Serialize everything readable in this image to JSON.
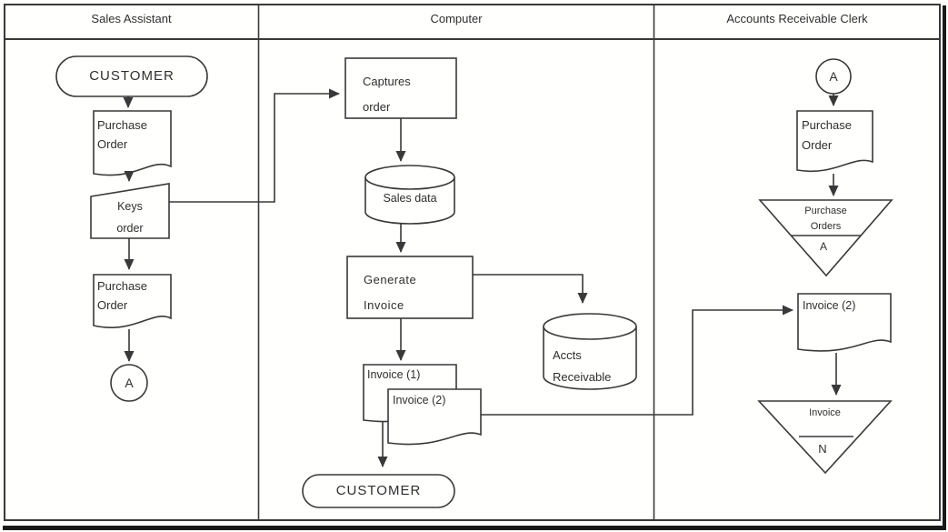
{
  "colors": {
    "line": "#3a3a3a",
    "text": "#303030",
    "background": "#fdfdfc"
  },
  "lanes": {
    "sales_assistant": {
      "title": "Sales Assistant"
    },
    "computer": {
      "title": "Computer"
    },
    "ar_clerk": {
      "title": "Accounts Receivable Clerk"
    }
  },
  "sales_assistant": {
    "customer_start": "CUSTOMER",
    "purchase_order_1": {
      "line1": "Purchase",
      "line2": "Order"
    },
    "keys_order": {
      "line1": "Keys",
      "line2": "order"
    },
    "purchase_order_2": {
      "line1": "Purchase",
      "line2": "Order"
    },
    "offpage_connector": "A"
  },
  "computer": {
    "captures_order": {
      "line1": "Captures",
      "line2": "order"
    },
    "sales_data_store": "Sales data",
    "generate_invoice": {
      "line1": "Generate",
      "line2": "Invoice"
    },
    "accts_receivable_store": {
      "line1": "Accts",
      "line2": "Receivable"
    },
    "invoice_copy_1": "Invoice (1)",
    "invoice_copy_2": "Invoice (2)",
    "customer_end": "CUSTOMER"
  },
  "ar_clerk": {
    "offpage_connector": "A",
    "purchase_order": {
      "line1": "Purchase",
      "line2": "Order"
    },
    "purchase_order_file": {
      "line1": "Purchase",
      "line2": "Orders",
      "letter": "A"
    },
    "invoice_copy_2": "Invoice (2)",
    "invoice_file": {
      "label": "Invoice",
      "letter": "N"
    }
  }
}
